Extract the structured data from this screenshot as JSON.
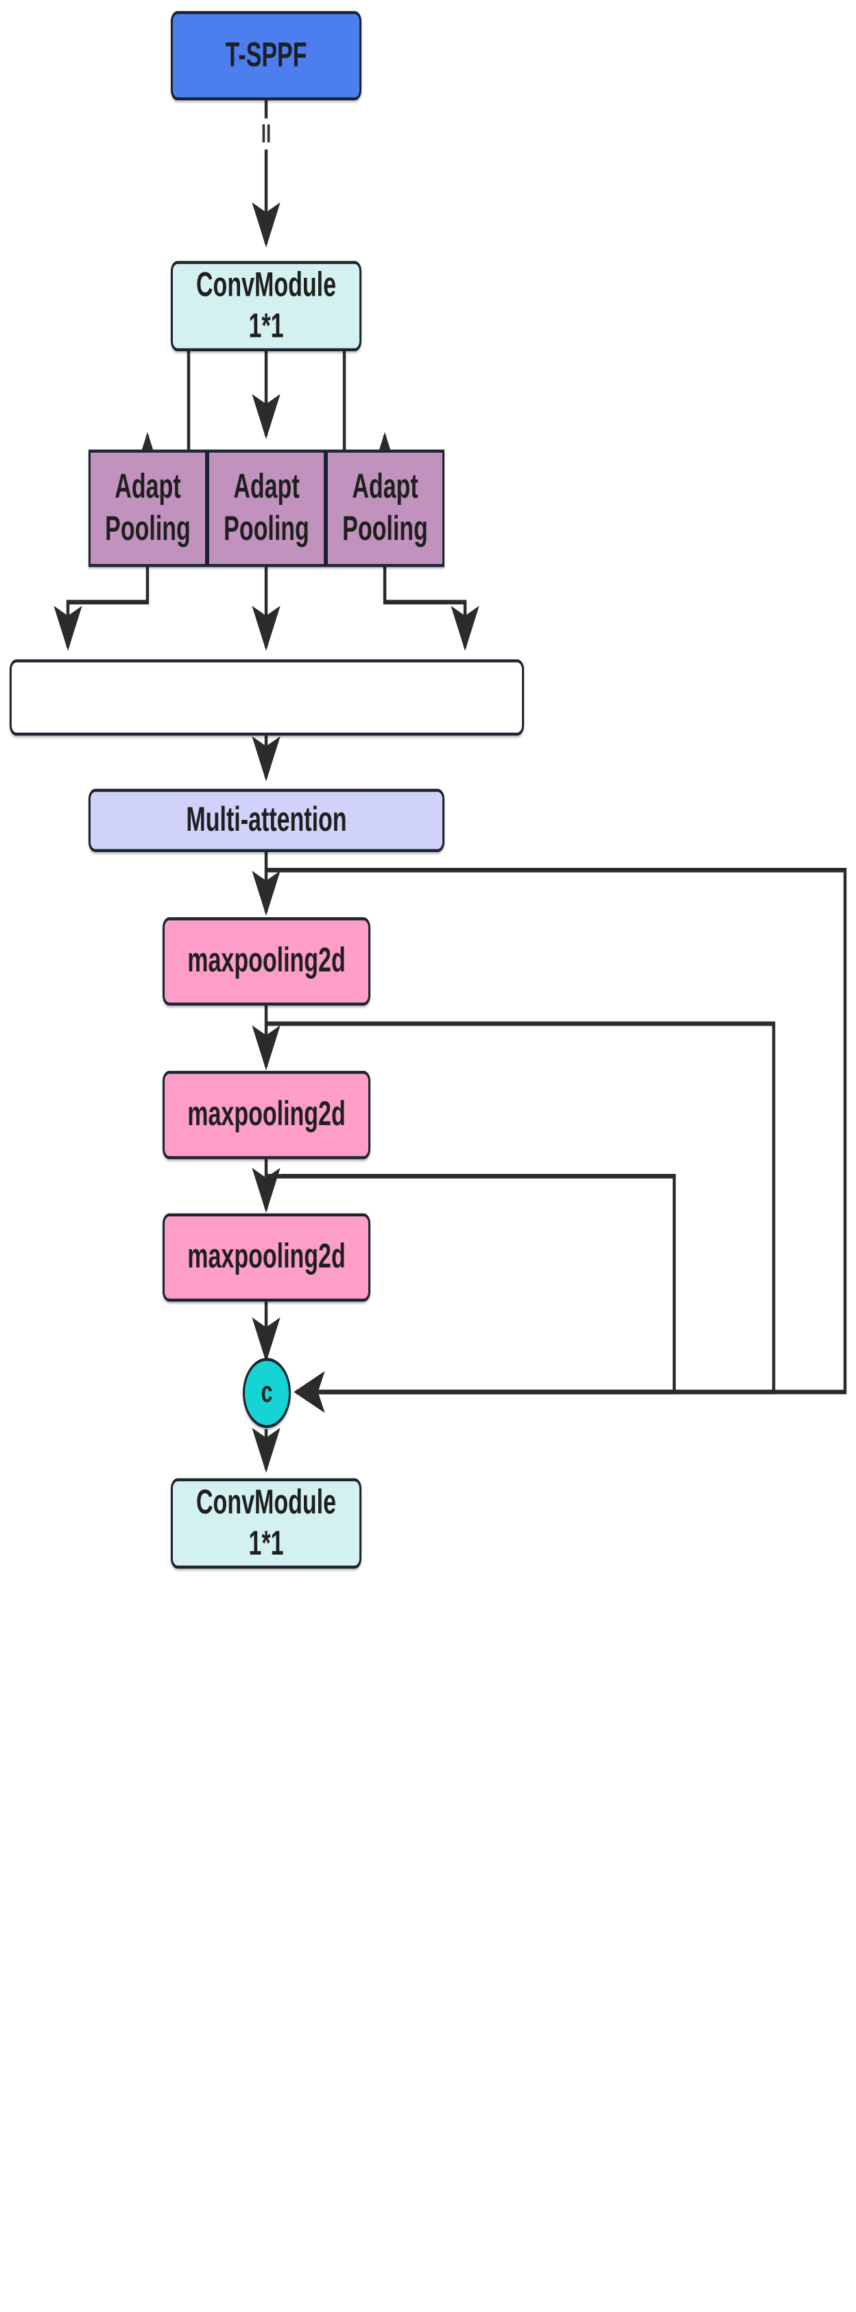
{
  "diagram": {
    "title": "T-SPPF module architecture flowchart",
    "type": "flowchart",
    "direction": "top-to-bottom",
    "background": "#ffffff",
    "stroke": "#1b2430"
  },
  "nodes": {
    "tsppf": {
      "label": "T-SPPF",
      "color": "#4d7ef0",
      "shape": "rounded-rect"
    },
    "conv_top_l1": {
      "label": "ConvModule",
      "color": "#d4f1f1",
      "shape": "rounded-rect"
    },
    "conv_top_l2": {
      "label": "1*1"
    },
    "adapt1_l1": {
      "label": "Adapt",
      "color": "#c192bd",
      "shape": "rect"
    },
    "adapt1_l2": {
      "label": "Pooling"
    },
    "adapt2_l1": {
      "label": "Adapt",
      "color": "#c192bd",
      "shape": "rect"
    },
    "adapt2_l2": {
      "label": "Pooling"
    },
    "adapt3_l1": {
      "label": "Adapt",
      "color": "#c192bd",
      "shape": "rect"
    },
    "adapt3_l2": {
      "label": "Pooling"
    },
    "blank": {
      "label": "",
      "color": "#ffffff",
      "shape": "rounded-rect"
    },
    "attention": {
      "label": "Multi-attention",
      "color": "#d0d2fa",
      "shape": "rounded-rect"
    },
    "maxpool1": {
      "label": "maxpooling2d",
      "color": "#fc9ec8",
      "shape": "rounded-rect"
    },
    "maxpool2": {
      "label": "maxpooling2d",
      "color": "#fc9ec8",
      "shape": "rounded-rect"
    },
    "maxpool3": {
      "label": "maxpooling2d",
      "color": "#fc9ec8",
      "shape": "rounded-rect"
    },
    "concat": {
      "label": "c",
      "color": "#16d4d4",
      "shape": "circle"
    },
    "conv_bot_l1": {
      "label": "ConvModule",
      "color": "#d4f1f1",
      "shape": "rounded-rect"
    },
    "conv_bot_l2": {
      "label": "1*1"
    }
  },
  "edge_labels": {
    "tsppf_to_conv": "II"
  },
  "edges": [
    {
      "from": "tsppf",
      "to": "conv_top_l1",
      "label": "II"
    },
    {
      "from": "conv_top",
      "to": "adapt1"
    },
    {
      "from": "conv_top",
      "to": "adapt2"
    },
    {
      "from": "conv_top",
      "to": "adapt3"
    },
    {
      "from": "adapt1",
      "to": "blank"
    },
    {
      "from": "adapt2",
      "to": "blank"
    },
    {
      "from": "adapt3",
      "to": "blank"
    },
    {
      "from": "blank",
      "to": "attention"
    },
    {
      "from": "attention",
      "to": "maxpool1"
    },
    {
      "from": "attention",
      "to": "concat",
      "kind": "skip"
    },
    {
      "from": "maxpool1",
      "to": "maxpool2"
    },
    {
      "from": "maxpool1",
      "to": "concat",
      "kind": "skip"
    },
    {
      "from": "maxpool2",
      "to": "maxpool3"
    },
    {
      "from": "maxpool2",
      "to": "concat",
      "kind": "skip"
    },
    {
      "from": "maxpool3",
      "to": "concat"
    },
    {
      "from": "concat",
      "to": "conv_bot_l1"
    }
  ]
}
